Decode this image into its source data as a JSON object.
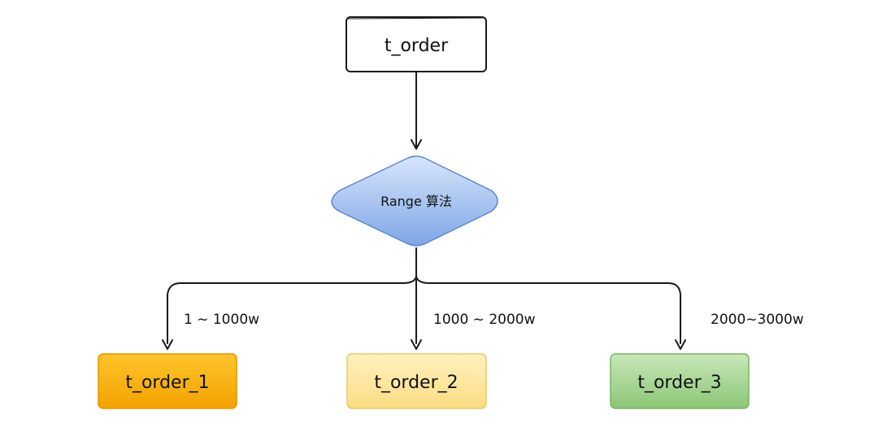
{
  "diagram": {
    "root": {
      "label": "t_order"
    },
    "decision": {
      "label": "Range 算法"
    },
    "edges": [
      {
        "label": "1 ~ 1000w"
      },
      {
        "label": "1000 ~ 2000w"
      },
      {
        "label": "2000~3000w"
      }
    ],
    "targets": [
      {
        "label": "t_order_1",
        "color": "#f9b20f"
      },
      {
        "label": "t_order_2",
        "color": "#fce59a"
      },
      {
        "label": "t_order_3",
        "color": "#9ed08c"
      }
    ],
    "colors": {
      "root_fill": "#ffffff",
      "decision_fill": "#9dbdf0",
      "stroke": "#1a1a1a"
    }
  }
}
